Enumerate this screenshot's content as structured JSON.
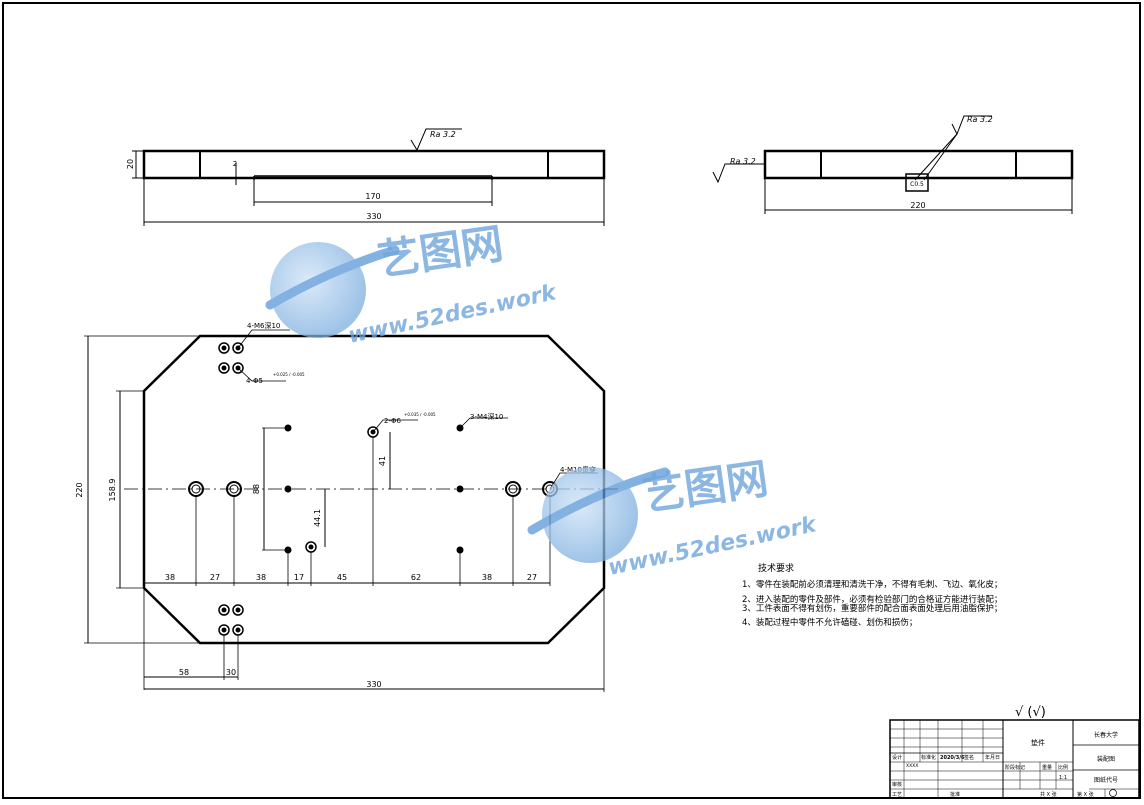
{
  "views": {
    "front": {
      "roughness": "Ra 3.2",
      "dims": {
        "height": "20",
        "step": "2",
        "slot": "170",
        "length": "330"
      }
    },
    "side": {
      "roughness_top": "Ra 3.2",
      "roughness_left": "Ra 3.2",
      "chamfer_note": "C0.5",
      "dims": {
        "width": "220"
      }
    },
    "plan": {
      "notes": {
        "m6_holes": "4-M6深10",
        "pin_holes_4": "4-Φ5",
        "pin_tol_4": "+0.025 / -0.005",
        "pin_holes_2": "2-Φ6",
        "pin_tol_2": "+0.035 / -0.005",
        "m4_holes": "3-M4深10",
        "m10_holes": "4-M10贯穿"
      },
      "dims": {
        "overall_height": "220",
        "inner_height": "158.9",
        "d88": "88",
        "d41": "41",
        "d44": "44.1",
        "bottom_chain": [
          "38",
          "27",
          "38",
          "17",
          "45",
          "62",
          "38",
          "27"
        ],
        "b58": "58",
        "b30": "30",
        "overall_width": "330"
      }
    }
  },
  "watermark": {
    "brand": "艺图网",
    "url": "www.52des.work"
  },
  "tech_requirements": {
    "title": "技术要求",
    "items": [
      "1、零件在装配前必须清理和清洗干净，不得有毛刺、飞边、氧化皮；",
      "2、进入装配的零件及部件，必须有检验部门的合格证方能进行装配；",
      "3、工件表面不得有划伤，重要部件的配合面表面处理后用油脂保护；",
      "4、装配过程中零件不允许磕碰、划伤和损伤；"
    ]
  },
  "general_roughness": "√ (√)",
  "title_block": {
    "part_name": "垫件",
    "school": "长春大学",
    "drawing_type": "装配图",
    "drawing_no": "图纸代号",
    "scale_label": "比例",
    "scale": "1:1",
    "weight_label": "重量",
    "stage_label": "阶段标记",
    "sheet_total": "共 X 张",
    "sheet_no": "第 X 张",
    "design": "设计",
    "process": "工艺",
    "check": "审核",
    "approve": "批准",
    "standardize": "标准化",
    "sign_label": "签名",
    "date_label": "年月日",
    "date": "2020/3/6",
    "count": "XXXX"
  }
}
